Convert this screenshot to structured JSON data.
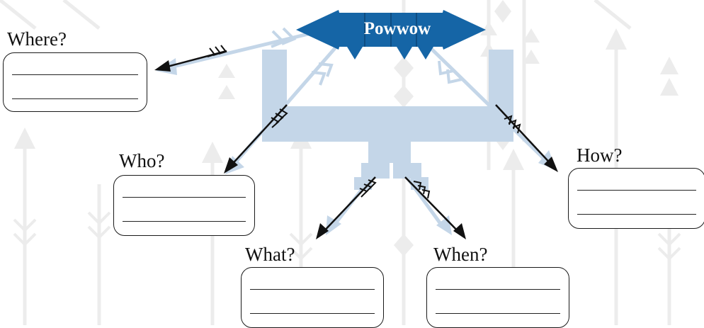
{
  "title": "Powwow",
  "nodes": {
    "where": {
      "label": "Where?"
    },
    "who": {
      "label": "Who?"
    },
    "what": {
      "label": "What?"
    },
    "when": {
      "label": "When?"
    },
    "how": {
      "label": "How?"
    }
  },
  "colors": {
    "banner": "#1565a6",
    "motif": "#c4d6e8",
    "background_pattern": "#ececec",
    "arrows": "#111111",
    "boxes": "#1a1a1a"
  }
}
